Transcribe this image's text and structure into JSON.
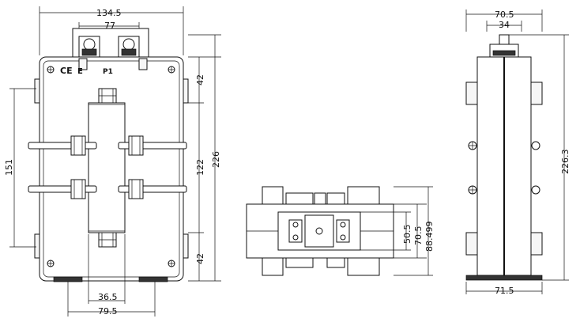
{
  "front_view": {
    "dims": {
      "overall_width": "134.5",
      "terminal_spacing": "77",
      "top_section": "42",
      "window_height": "122",
      "overall_height": "226",
      "bottom_section": "42",
      "mount_height": "151",
      "window_width": "36.5",
      "foot_spacing": "79.5"
    },
    "labels": {
      "ce_mark": "CE",
      "p1_mark": "P1"
    }
  },
  "bottom_view": {
    "dims": {
      "inner_height": "50.5",
      "mid_height": "70.5",
      "overall_depth": "88.499"
    }
  },
  "side_view": {
    "dims": {
      "top_width": "70.5",
      "terminal_width": "34",
      "overall_height": "226.3",
      "base_width": "71.5"
    }
  }
}
